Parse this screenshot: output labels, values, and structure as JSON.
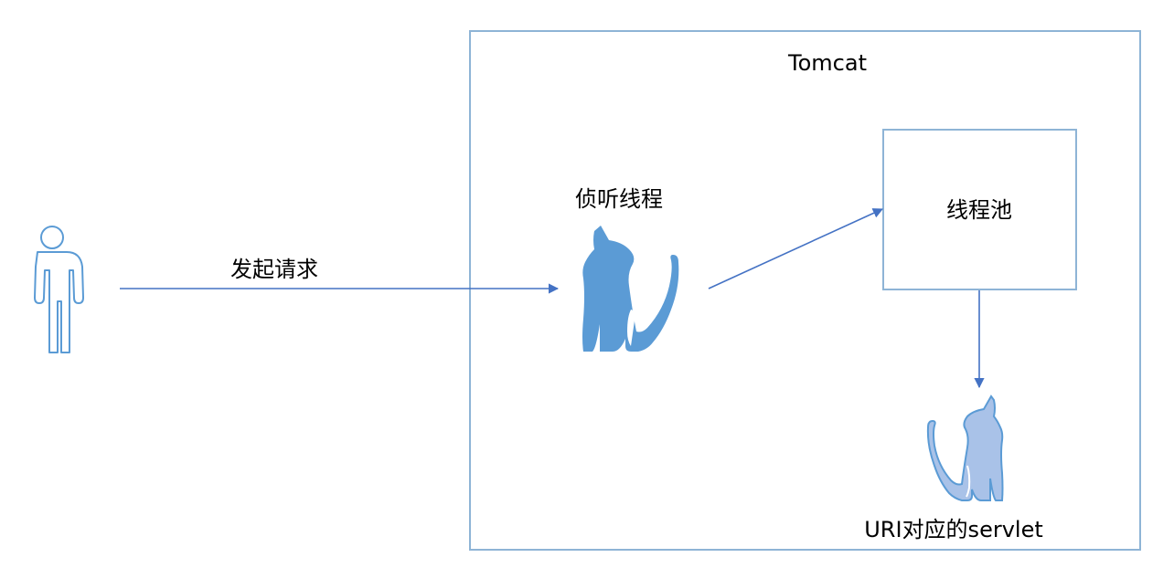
{
  "request": {
    "label": "发起请求"
  },
  "tomcat": {
    "title": "Tomcat",
    "listener_label": "侦听线程",
    "thread_pool_label": "线程池",
    "servlet_label": "URI对应的servlet"
  },
  "colors": {
    "box_border": "#8eb4d6",
    "arrow": "#4472c4",
    "cat_primary": "#5b9bd5",
    "cat_light": "#a9c2e8",
    "person_stroke": "#5b9bd5"
  }
}
